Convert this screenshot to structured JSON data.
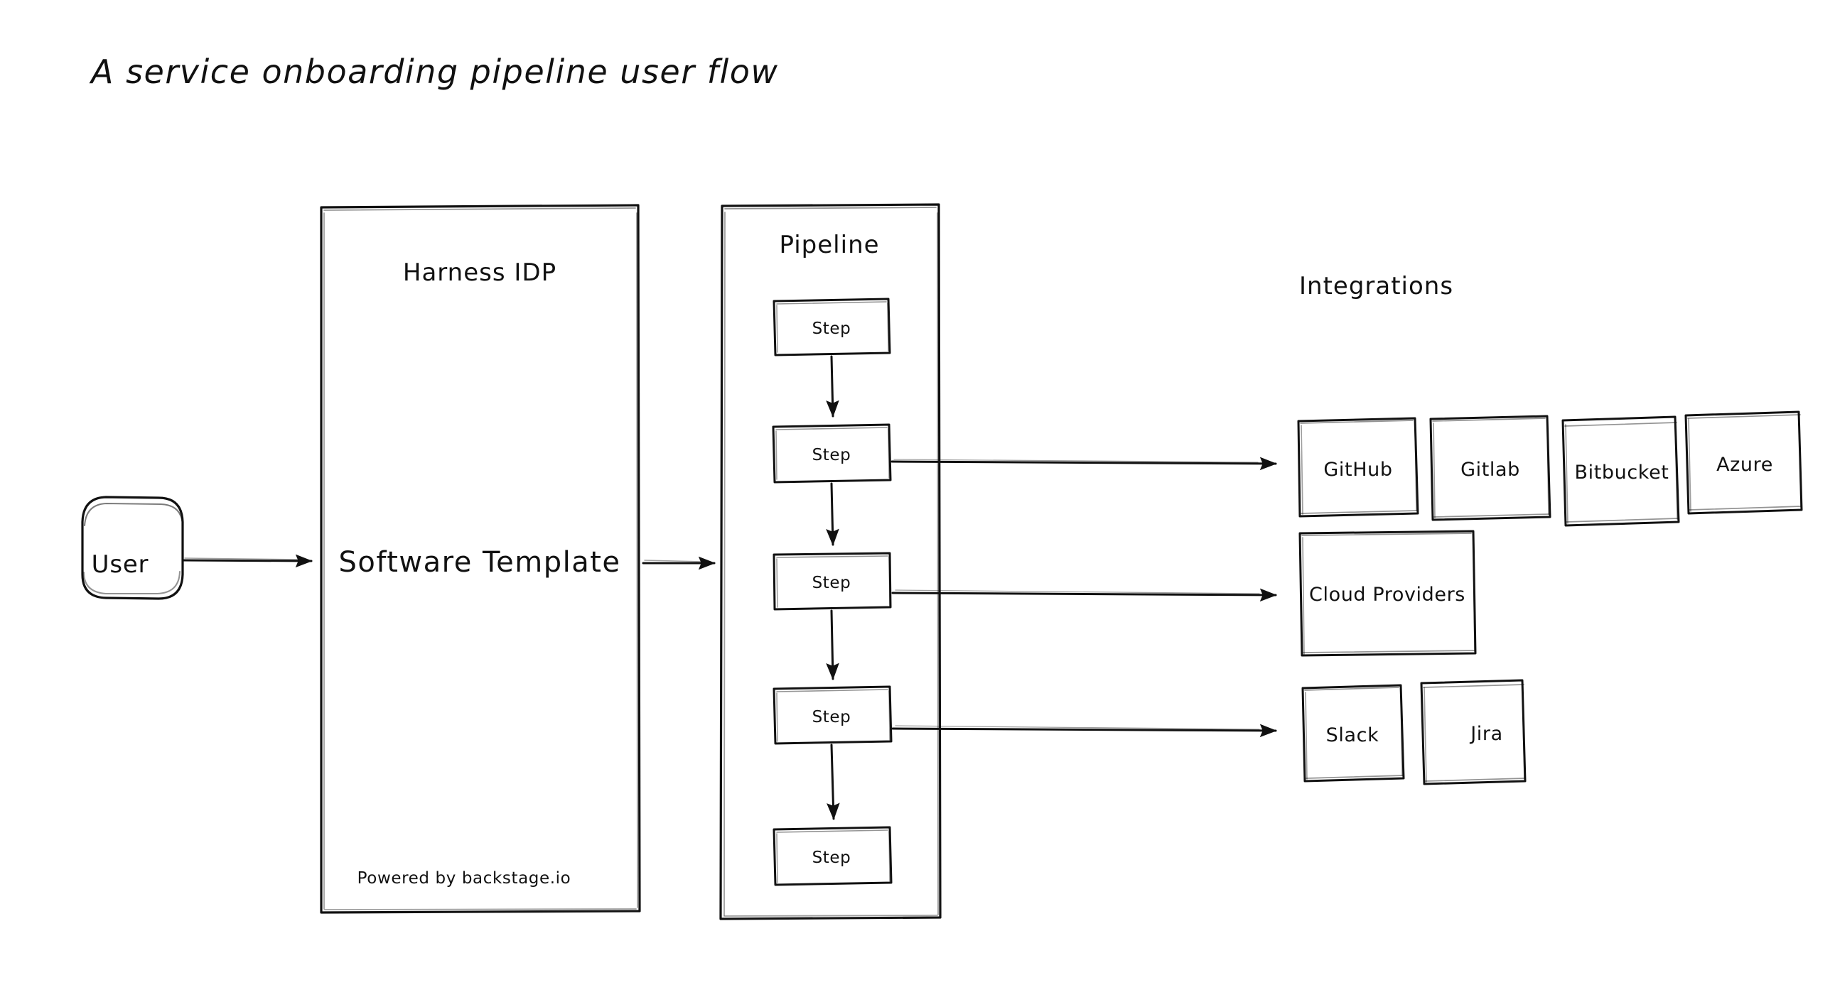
{
  "page": {
    "title": "A service onboarding pipeline user flow",
    "background_color": "#ffffff",
    "ink_color": "#111111",
    "style": "hand-drawn"
  },
  "nodes": {
    "user": {
      "label": "User",
      "shape": "rounded-rectangle"
    },
    "harness_idp": {
      "title": "Harness IDP",
      "main_label": "Software Template",
      "footnote": "Powered by backstage.io",
      "shape": "rectangle-container"
    },
    "pipeline": {
      "title": "Pipeline",
      "shape": "rectangle-container",
      "steps": [
        {
          "label": "Step",
          "has_integration_arrow": false
        },
        {
          "label": "Step",
          "has_integration_arrow": true
        },
        {
          "label": "Step",
          "has_integration_arrow": true
        },
        {
          "label": "Step",
          "has_integration_arrow": true
        },
        {
          "label": "Step",
          "has_integration_arrow": false
        }
      ]
    }
  },
  "integrations": {
    "title": "Integrations",
    "rows": [
      {
        "row_name": "source-control",
        "items": [
          {
            "label": "GitHub"
          },
          {
            "label": "Gitlab"
          },
          {
            "label": "Bitbucket"
          },
          {
            "label": "Azure"
          }
        ]
      },
      {
        "row_name": "cloud",
        "items": [
          {
            "label": "Cloud Providers"
          }
        ]
      },
      {
        "row_name": "collaboration",
        "items": [
          {
            "label": "Slack"
          },
          {
            "label": "Jira"
          }
        ]
      }
    ]
  },
  "connectors": [
    {
      "name": "user-to-harness-idp",
      "direction": "right"
    },
    {
      "name": "harness-idp-to-pipeline",
      "direction": "right"
    },
    {
      "name": "step1-to-step2",
      "direction": "down"
    },
    {
      "name": "step2-to-step3",
      "direction": "down"
    },
    {
      "name": "step3-to-step4",
      "direction": "down"
    },
    {
      "name": "step4-to-step5",
      "direction": "down"
    },
    {
      "name": "step2-to-source-control",
      "direction": "right"
    },
    {
      "name": "step3-to-cloud-providers",
      "direction": "right"
    },
    {
      "name": "step4-to-slack",
      "direction": "right"
    }
  ]
}
